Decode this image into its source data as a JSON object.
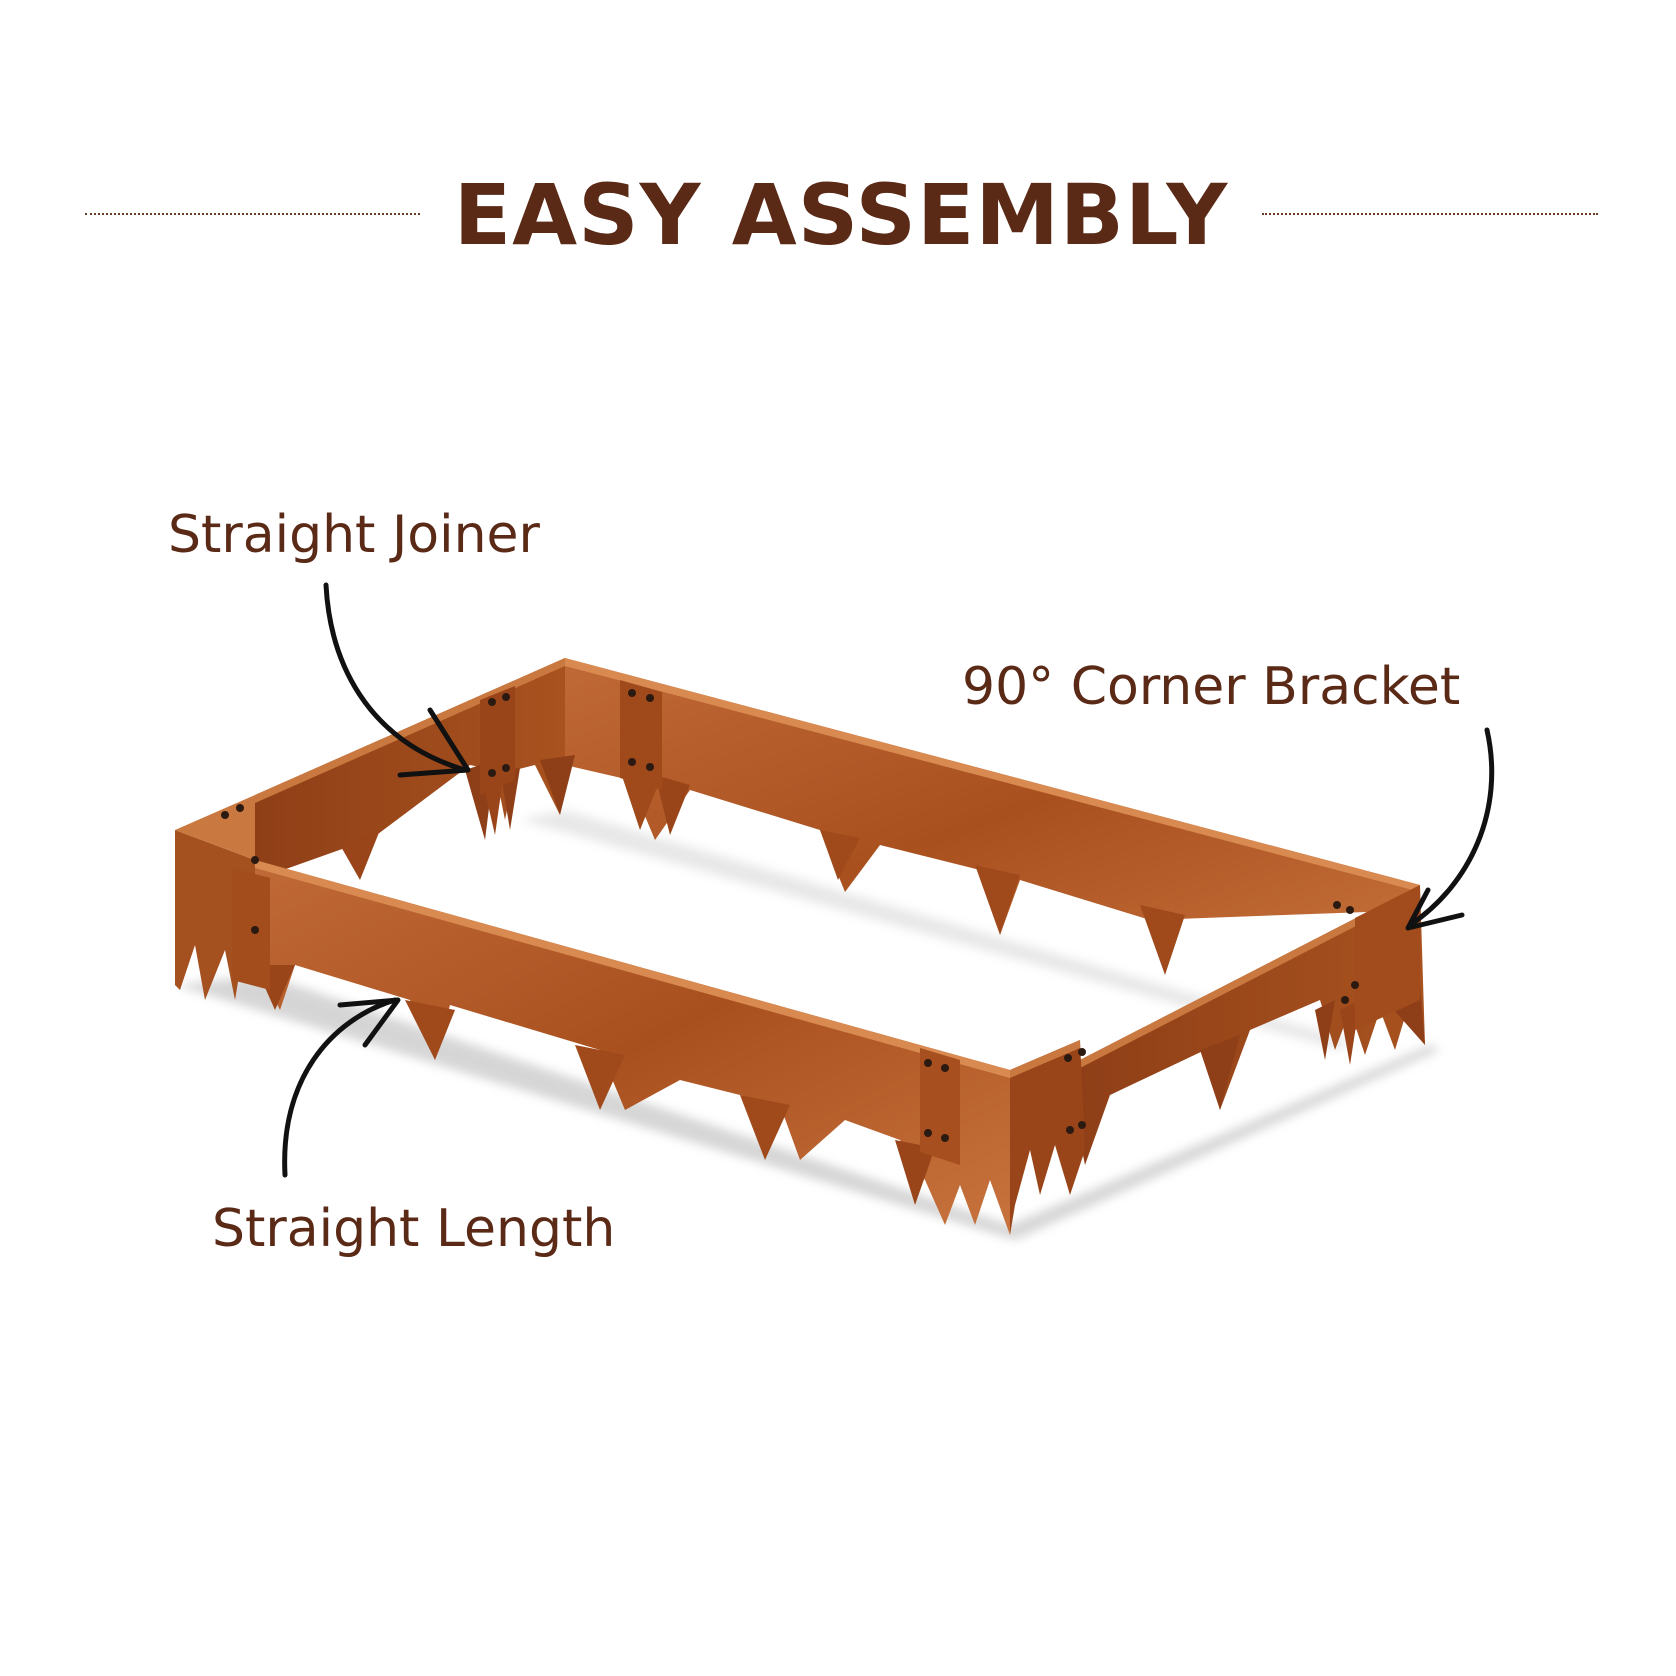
{
  "header": {
    "title": "EASY ASSEMBLY"
  },
  "callouts": {
    "straight_joiner": "Straight Joiner",
    "corner_bracket": "90° Corner Bracket",
    "straight_length": "Straight Length"
  },
  "colors": {
    "text": "#5a2a17",
    "steel_dark": "#8e3f19",
    "steel_mid": "#b2582a",
    "steel_light": "#c9733d",
    "arrow": "#111111"
  }
}
